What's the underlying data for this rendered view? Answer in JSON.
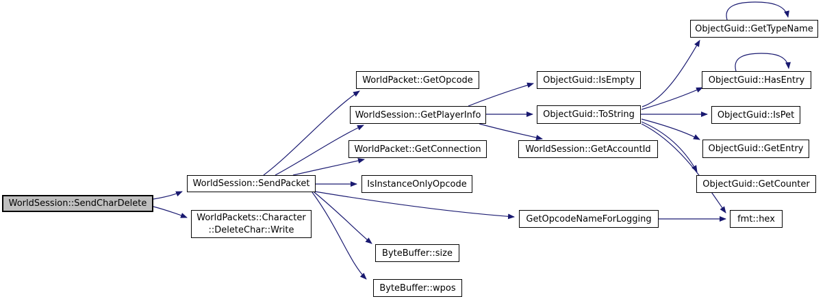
{
  "diagram": {
    "type": "call-graph",
    "colors": {
      "edge": "#191970",
      "node_border": "#000000",
      "node_fill": "#ffffff",
      "root_fill": "#bfbfbf",
      "background": "#ffffff"
    },
    "nodes": {
      "send_char_delete": {
        "label": "WorldSession::SendCharDelete",
        "highlighted": true
      },
      "send_packet": {
        "label": "WorldSession::SendPacket"
      },
      "delete_char_write": {
        "label": "WorldPackets::Character\n::DeleteChar::Write"
      },
      "get_opcode": {
        "label": "WorldPacket::GetOpcode"
      },
      "get_player_info": {
        "label": "WorldSession::GetPlayerInfo"
      },
      "get_connection": {
        "label": "WorldPacket::GetConnection"
      },
      "is_instance_only_opcode": {
        "label": "IsInstanceOnlyOpcode"
      },
      "get_opcode_name_for_logging": {
        "label": "GetOpcodeNameForLogging"
      },
      "byte_buffer_size": {
        "label": "ByteBuffer::size"
      },
      "byte_buffer_wpos": {
        "label": "ByteBuffer::wpos"
      },
      "is_empty": {
        "label": "ObjectGuid::IsEmpty"
      },
      "to_string": {
        "label": "ObjectGuid::ToString"
      },
      "get_account_id": {
        "label": "WorldSession::GetAccountId"
      },
      "get_type_name": {
        "label": "ObjectGuid::GetTypeName",
        "self_loop": true
      },
      "has_entry": {
        "label": "ObjectGuid::HasEntry",
        "self_loop": true
      },
      "is_pet": {
        "label": "ObjectGuid::IsPet"
      },
      "get_entry": {
        "label": "ObjectGuid::GetEntry"
      },
      "get_counter": {
        "label": "ObjectGuid::GetCounter"
      },
      "fmt_hex": {
        "label": "fmt::hex"
      }
    },
    "edges": [
      {
        "from": "WorldSession::SendCharDelete",
        "to": "WorldSession::SendPacket"
      },
      {
        "from": "WorldSession::SendCharDelete",
        "to": "WorldPackets::Character::DeleteChar::Write"
      },
      {
        "from": "WorldSession::SendPacket",
        "to": "WorldPacket::GetOpcode"
      },
      {
        "from": "WorldSession::SendPacket",
        "to": "WorldSession::GetPlayerInfo"
      },
      {
        "from": "WorldSession::SendPacket",
        "to": "WorldPacket::GetConnection"
      },
      {
        "from": "WorldSession::SendPacket",
        "to": "IsInstanceOnlyOpcode"
      },
      {
        "from": "WorldSession::SendPacket",
        "to": "GetOpcodeNameForLogging"
      },
      {
        "from": "WorldSession::SendPacket",
        "to": "ByteBuffer::size"
      },
      {
        "from": "WorldSession::SendPacket",
        "to": "ByteBuffer::wpos"
      },
      {
        "from": "WorldSession::GetPlayerInfo",
        "to": "ObjectGuid::IsEmpty"
      },
      {
        "from": "WorldSession::GetPlayerInfo",
        "to": "ObjectGuid::ToString"
      },
      {
        "from": "WorldSession::GetPlayerInfo",
        "to": "WorldSession::GetAccountId"
      },
      {
        "from": "ObjectGuid::ToString",
        "to": "ObjectGuid::GetTypeName"
      },
      {
        "from": "ObjectGuid::ToString",
        "to": "ObjectGuid::HasEntry"
      },
      {
        "from": "ObjectGuid::ToString",
        "to": "ObjectGuid::IsPet"
      },
      {
        "from": "ObjectGuid::ToString",
        "to": "ObjectGuid::GetEntry"
      },
      {
        "from": "ObjectGuid::ToString",
        "to": "ObjectGuid::GetCounter"
      },
      {
        "from": "ObjectGuid::ToString",
        "to": "fmt::hex"
      },
      {
        "from": "GetOpcodeNameForLogging",
        "to": "fmt::hex"
      },
      {
        "from": "ObjectGuid::GetTypeName",
        "to": "ObjectGuid::GetTypeName"
      },
      {
        "from": "ObjectGuid::HasEntry",
        "to": "ObjectGuid::HasEntry"
      }
    ]
  }
}
